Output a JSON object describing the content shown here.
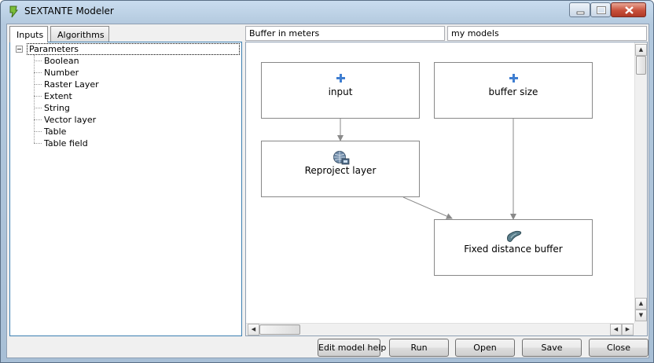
{
  "window": {
    "title": "SEXTANTE Modeler"
  },
  "tabs": [
    {
      "label": "Inputs",
      "active": true
    },
    {
      "label": "Algorithms",
      "active": false
    }
  ],
  "tree": {
    "root": "Parameters",
    "items": [
      "Boolean",
      "Number",
      "Raster Layer",
      "Extent",
      "String",
      "Vector layer",
      "Table",
      "Table field"
    ]
  },
  "model": {
    "name": "Buffer in meters",
    "group": "my models"
  },
  "nodes": {
    "input": {
      "label": "input",
      "icon": "plus-icon"
    },
    "buffer_size": {
      "label": "buffer size",
      "icon": "plus-icon"
    },
    "reproject": {
      "label": "Reproject layer",
      "icon": "globe-icon"
    },
    "fixed_buffer": {
      "label": "Fixed distance buffer",
      "icon": "buffer-shape-icon"
    }
  },
  "buttons": {
    "help": "Edit model help",
    "run": "Run",
    "open": "Open",
    "save": "Save",
    "close": "Close"
  },
  "colors": {
    "accent": "#3f7ed1",
    "selection_border": "#3c7fb1"
  }
}
